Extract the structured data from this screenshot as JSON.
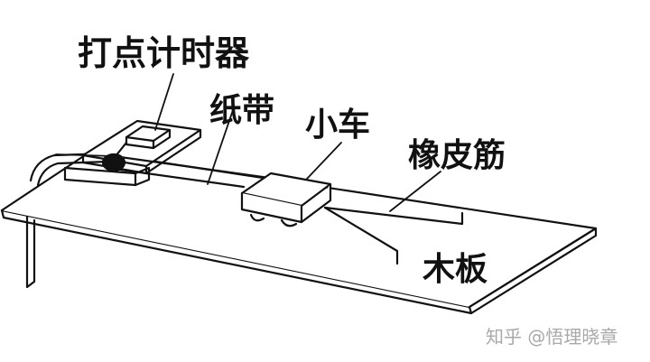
{
  "labels": {
    "timer": "打点计时器",
    "tape": "纸带",
    "cart": "小车",
    "rubber_band": "橡皮筋",
    "board": "木板"
  },
  "watermark": "知乎 @悟理晓章",
  "colors": {
    "ink": "#111111",
    "paper": "#ffffff",
    "watermark": "#a9a9a9"
  }
}
